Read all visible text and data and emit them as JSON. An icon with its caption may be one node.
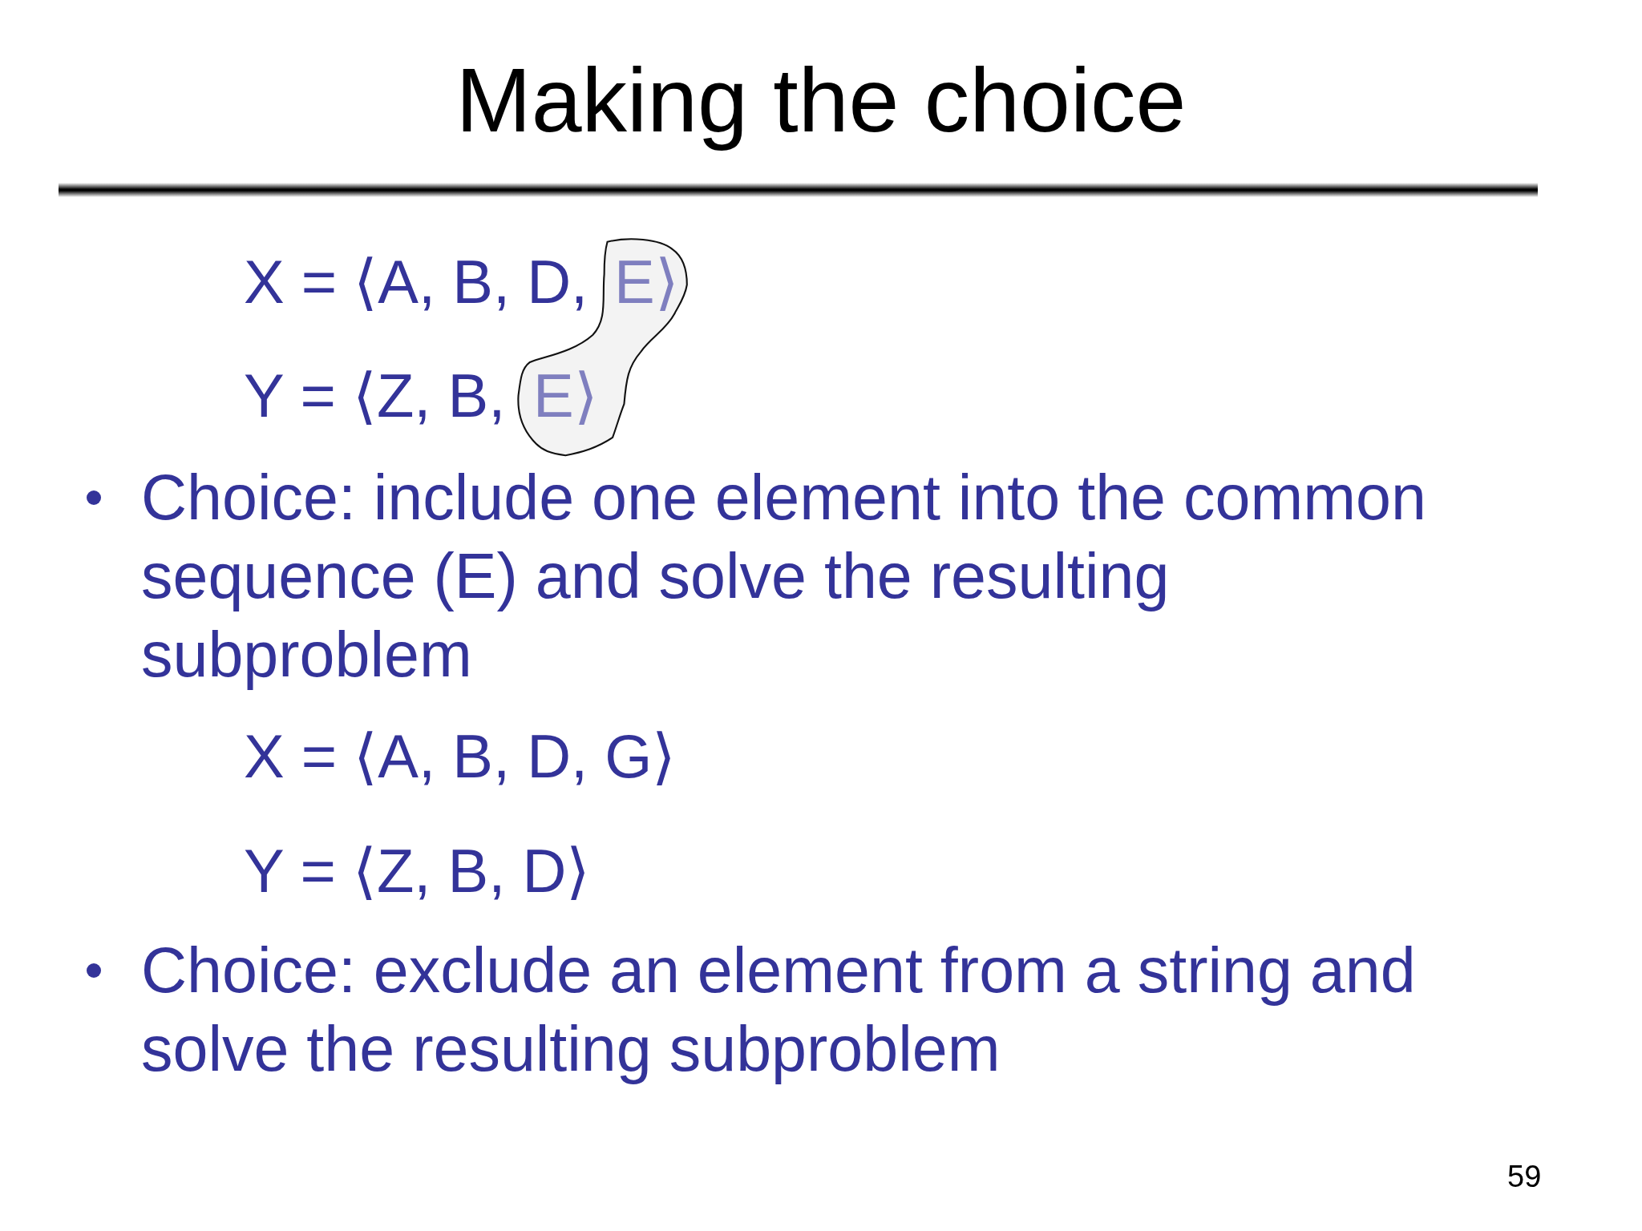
{
  "diagram": {
    "title": "Making the choice",
    "nodes": [
      {
        "text": [],
        "shape": "bar"
      }
    ],
    "labels": [
      "X = ⟨A, B, D,",
      "E⟩",
      "Y = ⟨Z, B,",
      "E⟩",
      "Choice: include one element into the common sequence (E) and solve the resulting subproblem",
      "X = ⟨A, B, D, G⟩",
      "Y = ⟨Z, B, D⟩",
      "Choice: exclude an element from a string and solve the resulting subproblem",
      "59"
    ]
  }
}
